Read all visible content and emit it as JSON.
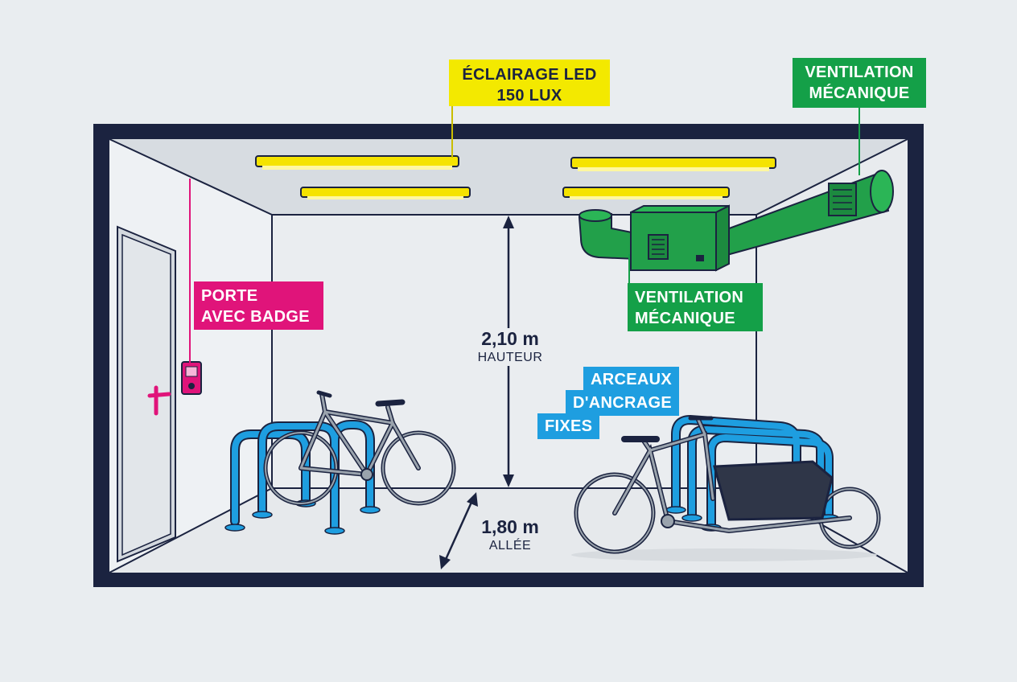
{
  "callouts": {
    "lighting": {
      "line1": "ÉCLAIRAGE LED",
      "line2": "150 LUX",
      "color": "#f3e900"
    },
    "ventilation_top": {
      "line1": "VENTILATION",
      "line2": "MÉCANIQUE",
      "color": "#14a048"
    },
    "ventilation_unit": {
      "line1": "VENTILATION",
      "line2": "MÉCANIQUE",
      "color": "#14a048"
    },
    "door": {
      "line1": "PORTE",
      "line2": "AVEC BADGE",
      "color": "#e0147a"
    },
    "racks": {
      "line1": "ARCEAUX",
      "line2": "D'ANCRAGE",
      "line3": "FIXES",
      "color": "#1e9ee0"
    }
  },
  "dimensions": {
    "height": {
      "value": "2,10 m",
      "label": "HAUTEUR"
    },
    "aisle": {
      "value": "1,80 m",
      "label": "ALLÉE"
    }
  },
  "palette": {
    "frame": "#1b2340",
    "wall": "#eef1f4",
    "ceiling": "#d9dde2",
    "duct": "#22a04a",
    "rack": "#1e9ee0",
    "bike": "#9aa3ad"
  }
}
